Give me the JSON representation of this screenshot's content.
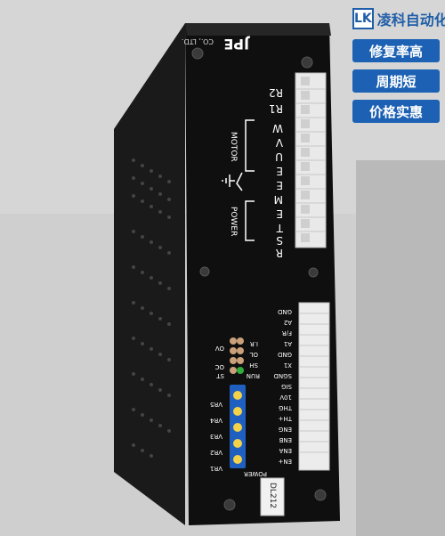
{
  "overlay": {
    "logo": "LK",
    "company": "凌科自动化",
    "badges": [
      "修复率高",
      "周期短",
      "价格实惠"
    ]
  },
  "device": {
    "maker": "JPE",
    "maker_suffix": "CO., LTD.",
    "terminal_block_top": [
      "R2",
      "R1",
      "W",
      "V",
      "U",
      "E",
      "E",
      "M",
      "E",
      "T",
      "S",
      "R"
    ],
    "group_labels": [
      "MOTOR",
      "POWER"
    ],
    "terminal_block_bottom": [
      "GND",
      "A2",
      "F/R",
      "A1",
      "GND",
      "X1",
      "SGND",
      "SIG",
      "10V",
      "THG",
      "TH+",
      "ENG",
      "ENB",
      "ENA",
      "EN+"
    ],
    "indicator_codes": [
      "OV",
      "OL",
      "OC",
      "SH",
      "ST",
      "RUN",
      "I.R"
    ],
    "pots": [
      "VR5",
      "VR4",
      "VR3",
      "VR2",
      "VR1"
    ],
    "power_label": "POWER",
    "model_label": "DL212"
  }
}
